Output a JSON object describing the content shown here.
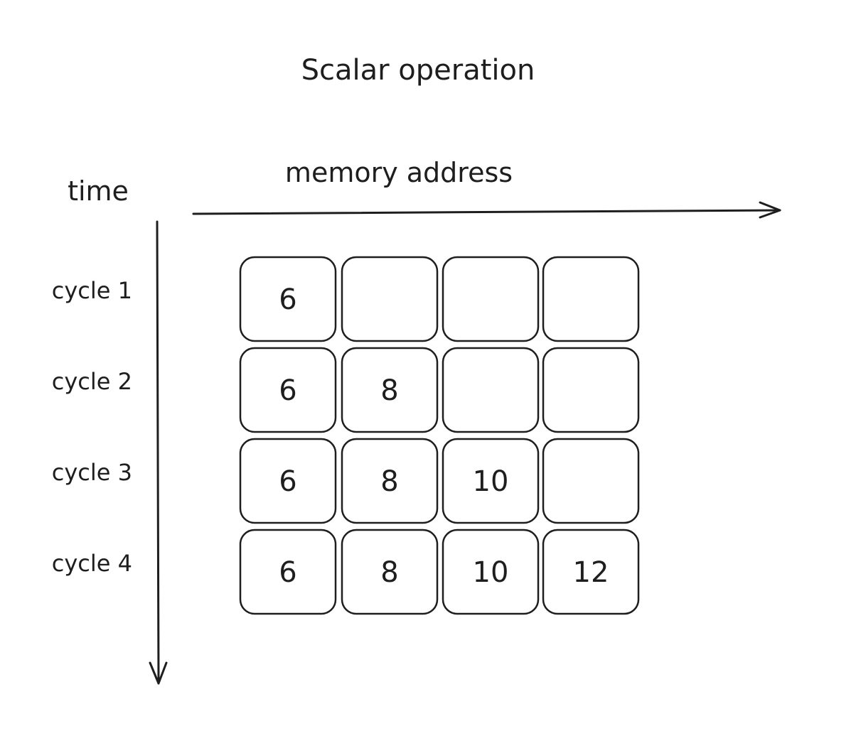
{
  "title": "Scalar operation",
  "x_axis_label": "memory address",
  "y_axis_label": "time",
  "rows": [
    {
      "label": "cycle 1",
      "cells": [
        "6",
        "",
        "",
        ""
      ]
    },
    {
      "label": "cycle 2",
      "cells": [
        "6",
        "8",
        "",
        ""
      ]
    },
    {
      "label": "cycle 3",
      "cells": [
        "6",
        "8",
        "10",
        ""
      ]
    },
    {
      "label": "cycle 4",
      "cells": [
        "6",
        "8",
        "10",
        "12"
      ]
    }
  ],
  "colors": {
    "stroke": "#1e1e1e",
    "background": "#ffffff"
  }
}
